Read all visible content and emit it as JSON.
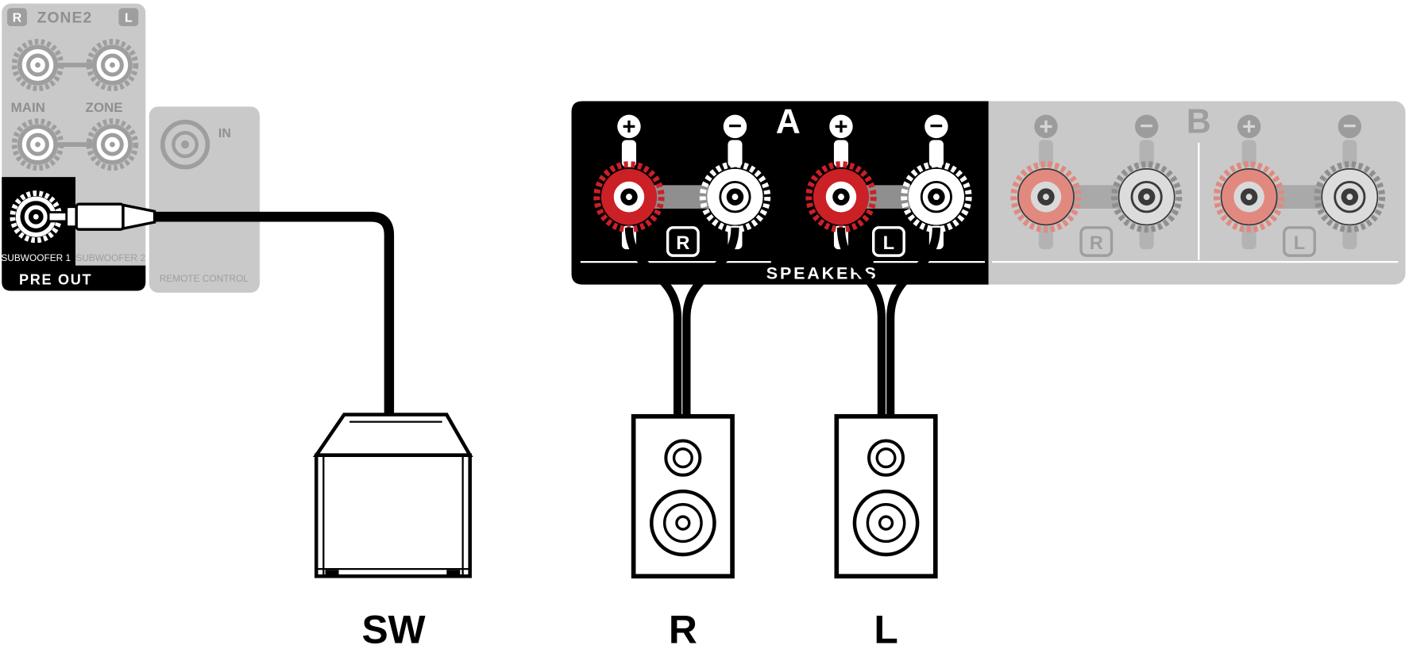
{
  "pre_out_panel": {
    "zone2_left_badge": "R",
    "zone2_title": "ZONE2",
    "zone2_right_badge": "L",
    "main_label": "MAIN",
    "zone_label": "ZONE",
    "subwoofer1_label": "SUBWOOFER 1",
    "subwoofer2_label": "SUBWOOFER 2",
    "title": "PRE OUT"
  },
  "remote_panel": {
    "in_label": "IN",
    "title": "REMOTE CONTROL"
  },
  "speaker_panel": {
    "section_a_label": "A",
    "section_b_label": "B",
    "speakers_label": "SPEAKERS",
    "a_right_badge": "R",
    "a_left_badge": "L",
    "b_right_badge": "R",
    "b_left_badge": "L"
  },
  "symbols": {
    "plus": "+",
    "minus": "−"
  },
  "devices": {
    "subwoofer_label": "SW",
    "right_speaker_label": "R",
    "left_speaker_label": "L"
  },
  "colors": {
    "terminal_red": "#cb2026",
    "terminal_red_muted": "#e2897f",
    "panel_black": "#000000",
    "panel_gray": "#c9c9c9",
    "inactive_gray": "#9e9e9e"
  }
}
